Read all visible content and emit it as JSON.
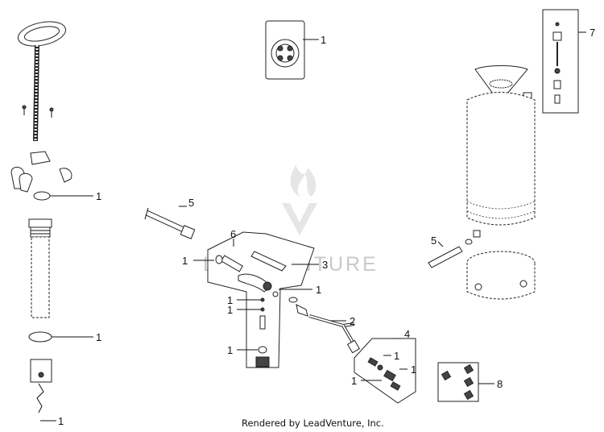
{
  "watermark": "LEADVENTURE",
  "footer": "Rendered by LeadVenture, Inc.",
  "callouts": [
    {
      "id": "decal",
      "label": "1"
    },
    {
      "id": "kit-7",
      "label": "7"
    },
    {
      "id": "gasket-top",
      "label": "1"
    },
    {
      "id": "hose-5",
      "label": "5"
    },
    {
      "id": "pin-6",
      "label": "6"
    },
    {
      "id": "oring-left",
      "label": "1"
    },
    {
      "id": "kit-3",
      "label": "3"
    },
    {
      "id": "oring-valve",
      "label": "1"
    },
    {
      "id": "seal-a",
      "label": "1"
    },
    {
      "id": "seal-b",
      "label": "1"
    },
    {
      "id": "seal-c",
      "label": "1"
    },
    {
      "id": "wand-2",
      "label": "2"
    },
    {
      "id": "nozzle-kit-4",
      "label": "4"
    },
    {
      "id": "nozzle-a",
      "label": "1"
    },
    {
      "id": "nozzle-b",
      "label": "1"
    },
    {
      "id": "nozzle-c",
      "label": "1"
    },
    {
      "id": "gasket-pump",
      "label": "1"
    },
    {
      "id": "tube-5",
      "label": "5"
    },
    {
      "id": "nozzles-8",
      "label": "8"
    },
    {
      "id": "relief-valve",
      "label": "1"
    }
  ]
}
